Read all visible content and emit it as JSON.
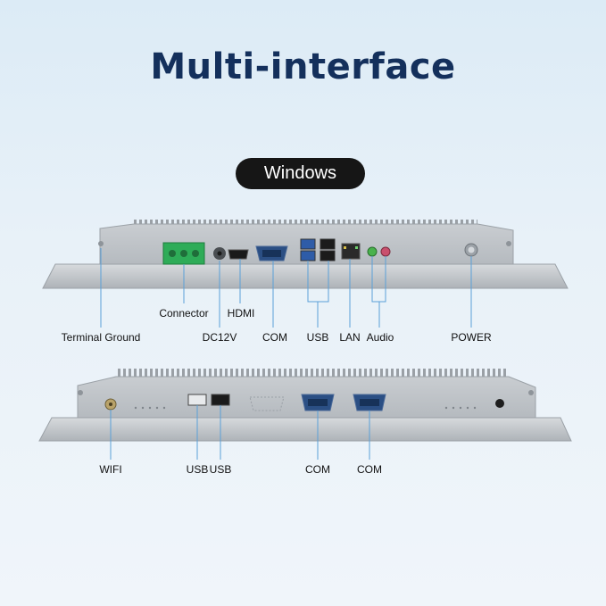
{
  "title": "Multi-interface",
  "os_badge": "Windows",
  "accent_line_color": "#5aa0d8",
  "title_color": "#14305c",
  "top_panel": {
    "labels": {
      "terminal_ground": "Terminal Ground",
      "connector": "Connector",
      "dc12v": "DC12V",
      "hdmi": "HDMI",
      "com": "COM",
      "usb": "USB",
      "lan": "LAN",
      "audio": "Audio",
      "power": "POWER"
    }
  },
  "bottom_panel": {
    "labels": {
      "wifi": "WIFI",
      "usb_1": "USB",
      "usb_2": "USB",
      "com_1": "COM",
      "com_2": "COM"
    }
  }
}
